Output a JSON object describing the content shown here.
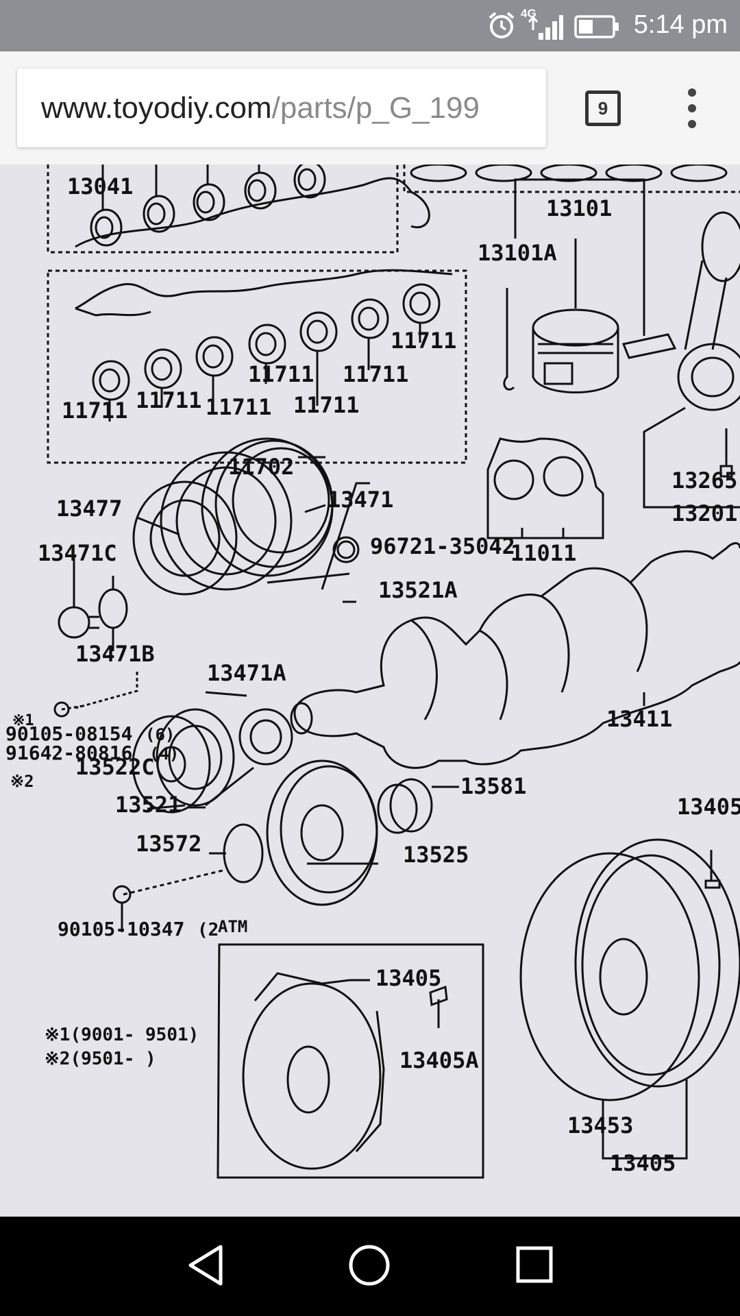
{
  "status_bar": {
    "time": "5:14 pm",
    "network": "4G",
    "icons": [
      "alarm-icon",
      "signal-icon",
      "battery-icon"
    ]
  },
  "browser": {
    "url_domain": "www.toyodiy.com",
    "url_path": "/parts/p_G_199",
    "tab_count": "9",
    "menu_icon": "more-vert-icon"
  },
  "diagram": {
    "labels": [
      "13041",
      "13101",
      "13101A",
      "11711",
      "11711",
      "11711",
      "11711",
      "11711",
      "11711",
      "11711",
      "11702",
      "13265",
      "13201",
      "13477",
      "13471",
      "96721-35042",
      "11011",
      "13471C",
      "13521A",
      "13471B",
      "13471A",
      "13411",
      "90105-08154",
      "91642-80816",
      "13522C",
      "13521",
      "13581",
      "13405",
      "13572",
      "13525",
      "90105-10347",
      "13405",
      "13405A",
      "13453",
      "13405"
    ],
    "notes": [
      "※1",
      "※2",
      "※1(9001- 9501)",
      "※2(9501-          )",
      "(6)",
      "(4)",
      "(2",
      "ATM"
    ],
    "colors": {
      "line": "#111111",
      "background": "#e4e4ea"
    }
  },
  "nav_bar": {
    "icons": [
      "back-icon",
      "home-icon",
      "recents-icon"
    ]
  }
}
